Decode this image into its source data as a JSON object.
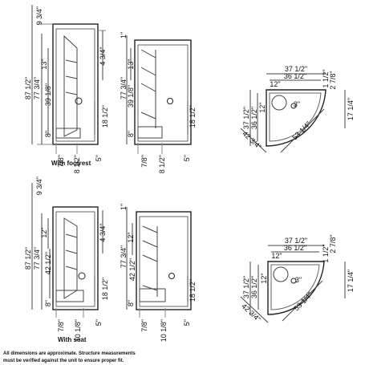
{
  "sections": {
    "footrest": {
      "caption": "With footrest",
      "side_a": {
        "top_gap": "9 3/4\"",
        "total_height": "87 1/2\"",
        "inner_height": "77 3/4\"",
        "shelf_spacing": "13\"",
        "shelf_height": "39 1/8\"",
        "base_height": "8\"",
        "curb_offset": "7/8\"",
        "footrest_depth": "8 1/2\"",
        "curb_height": "5\"",
        "top_cap": "4 3/4\"",
        "valve_height": "18 1/2\""
      },
      "side_b": {
        "top_gap": "1\"",
        "inner_height": "77 3/4\"",
        "shelf_spacing": "13\"",
        "shelf_height": "39 1/8\"",
        "base_height": "8\"",
        "curb_offset": "7/8\"",
        "footrest_depth": "8 1/2\"",
        "curb_height": "5\"",
        "valve_height": "18 1/2\""
      },
      "plan": {
        "width_outer": "37 1/2\"",
        "width_inner": "36 1/2\"",
        "depth_outer": "37 1/2\"",
        "depth_inner": "36 1/2\"",
        "corner_a": "12\"",
        "corner_b": "12\"",
        "drain": "3\"",
        "right_offset_a": "1 1/2\"",
        "right_offset_b": "2 7/8\"",
        "right_depth": "17 1/4\"",
        "diagonal_a": "42 3/4\"",
        "diagonal_b": "53 1/4\""
      }
    },
    "seat": {
      "caption": "With seat",
      "side_a": {
        "top_gap": "9 3/4\"",
        "total_height": "87 1/2\"",
        "inner_height": "77 3/4\"",
        "shelf_spacing": "12\"",
        "shelf_height": "42 1/2\"",
        "base_height": "8\"",
        "curb_offset": "7/8\"",
        "seat_depth": "10 1/8\"",
        "curb_height": "5\"",
        "top_cap": "4 3/4\"",
        "valve_height": "18 1/2\""
      },
      "side_b": {
        "top_gap": "1\"",
        "inner_height": "77 3/4\"",
        "shelf_spacing": "12\"",
        "shelf_height": "42 1/2\"",
        "base_height": "8\"",
        "curb_offset": "7/8\"",
        "seat_depth": "10 1/8\"",
        "curb_height": "5\"",
        "valve_height": "18 1/2\""
      },
      "plan": {
        "width_outer": "37 1/2\"",
        "width_inner": "36 1/2\"",
        "depth_outer": "37 1/2\"",
        "depth_inner": "36 1/2\"",
        "corner_a": "12\"",
        "corner_b": "12\"",
        "drain": "3\"",
        "right_offset_a": "1 1/2\"",
        "right_offset_b": "2 7/8\"",
        "right_depth": "17 1/4\"",
        "diagonal_a": "42 3/4\"",
        "diagonal_b": "53 1/4\""
      }
    }
  },
  "disclaimer": {
    "line1": "All dimensions are approximate. Structure measurements",
    "line2": "must be verified against the unit to ensure proper fit."
  }
}
